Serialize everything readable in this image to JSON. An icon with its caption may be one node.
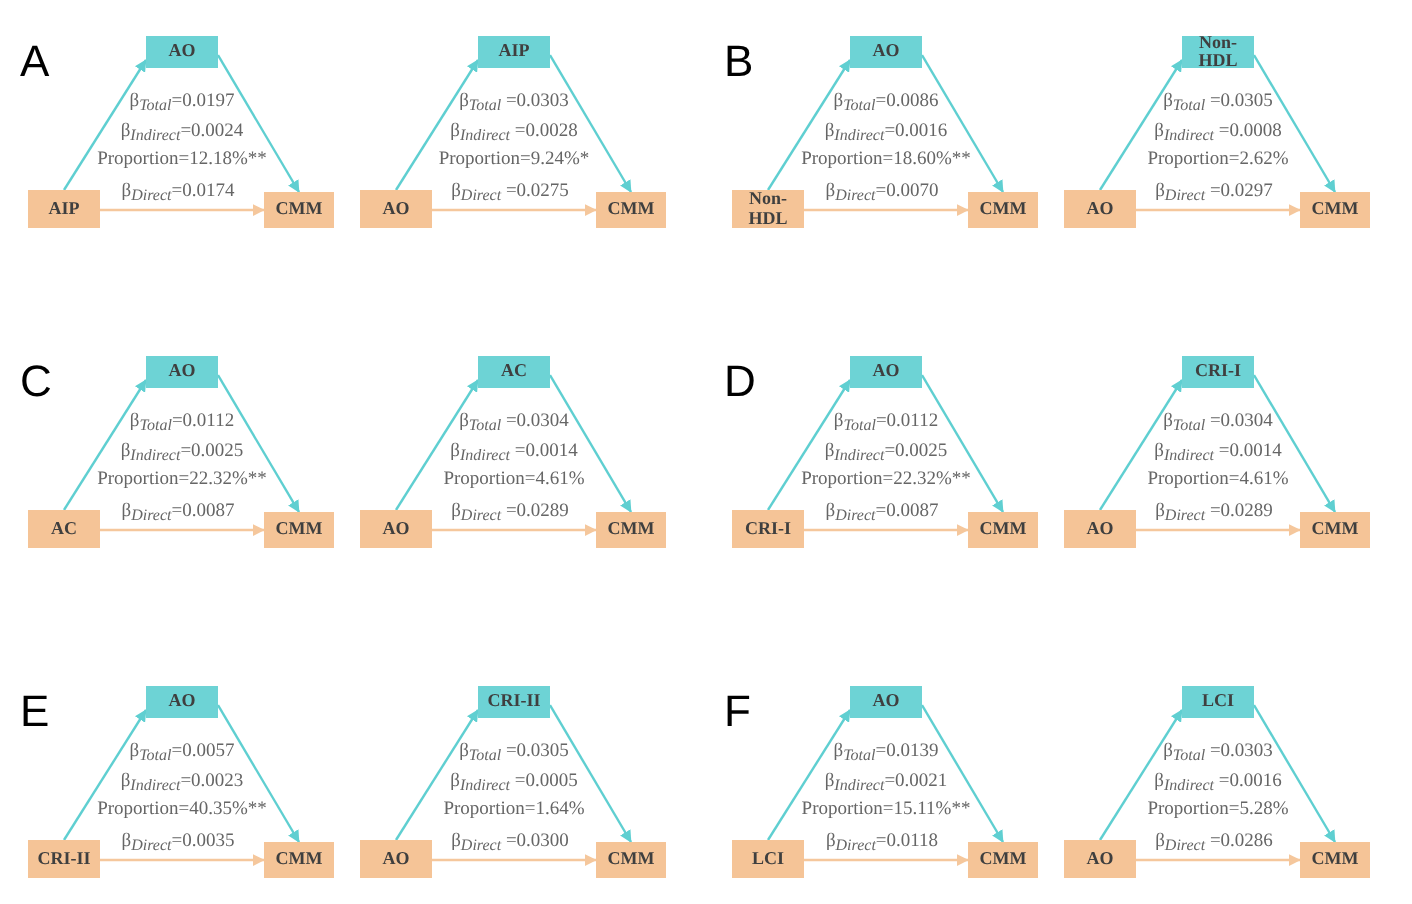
{
  "diagram": {
    "nodes": [
      {
        "text": [
          "AO"
        ]
      },
      {
        "text": [
          "AIP"
        ]
      },
      {
        "text": [
          "CMM"
        ]
      },
      {
        "text": [
          "AIP"
        ]
      },
      {
        "text": [
          "AO"
        ]
      },
      {
        "text": [
          "CMM"
        ]
      },
      {
        "text": [
          "AO"
        ]
      },
      {
        "text": [
          "Non-HDL"
        ]
      },
      {
        "text": [
          "CMM"
        ]
      },
      {
        "text": [
          "Non-HDL"
        ]
      },
      {
        "text": [
          "AO"
        ]
      },
      {
        "text": [
          "CMM"
        ]
      },
      {
        "text": [
          "AO"
        ]
      },
      {
        "text": [
          "AC"
        ]
      },
      {
        "text": [
          "CMM"
        ]
      },
      {
        "text": [
          "AC"
        ]
      },
      {
        "text": [
          "AO"
        ]
      },
      {
        "text": [
          "CMM"
        ]
      },
      {
        "text": [
          "AO"
        ]
      },
      {
        "text": [
          "CRI-I"
        ]
      },
      {
        "text": [
          "CMM"
        ]
      },
      {
        "text": [
          "CRI-I"
        ]
      },
      {
        "text": [
          "AO"
        ]
      },
      {
        "text": [
          "CMM"
        ]
      },
      {
        "text": [
          "AO"
        ]
      },
      {
        "text": [
          "CRI-II"
        ]
      },
      {
        "text": [
          "CMM"
        ]
      },
      {
        "text": [
          "CRI-II"
        ]
      },
      {
        "text": [
          "AO"
        ]
      },
      {
        "text": [
          "CMM"
        ]
      },
      {
        "text": [
          "AO"
        ]
      },
      {
        "text": [
          "LCI"
        ]
      },
      {
        "text": [
          "CMM"
        ]
      },
      {
        "text": [
          "LCI"
        ]
      },
      {
        "text": [
          "AO"
        ]
      },
      {
        "text": [
          "CMM"
        ]
      }
    ],
    "edges": [
      {
        "from": 1,
        "to": 0,
        "arrow": "to"
      },
      {
        "from": 0,
        "to": 2,
        "arrow": "to"
      },
      {
        "from": 1,
        "to": 2,
        "arrow": "to",
        "label": "β$_{Direct}$=0.0174",
        "color": "#f5c79c"
      },
      {
        "from": 4,
        "to": 3,
        "arrow": "to"
      },
      {
        "from": 3,
        "to": 5,
        "arrow": "to"
      },
      {
        "from": 4,
        "to": 5,
        "arrow": "to",
        "label": "β$_{Direct}$ =0.0275",
        "color": "#f5c79c"
      },
      {
        "from": 7,
        "to": 6,
        "arrow": "to"
      },
      {
        "from": 6,
        "to": 8,
        "arrow": "to"
      },
      {
        "from": 7,
        "to": 8,
        "arrow": "to",
        "label": "β$_{Direct}$=0.0070",
        "color": "#f5c79c"
      },
      {
        "from": 10,
        "to": 9,
        "arrow": "to"
      },
      {
        "from": 9,
        "to": 11,
        "arrow": "to"
      },
      {
        "from": 10,
        "to": 11,
        "arrow": "to",
        "label": "β$_{Direct}$ =0.0297",
        "color": "#f5c79c"
      },
      {
        "from": 13,
        "to": 12,
        "arrow": "to"
      },
      {
        "from": 12,
        "to": 14,
        "arrow": "to"
      },
      {
        "from": 13,
        "to": 14,
        "arrow": "to",
        "label": "β$_{Direct}$=0.0087",
        "color": "#f5c79c"
      },
      {
        "from": 16,
        "to": 15,
        "arrow": "to"
      },
      {
        "from": 15,
        "to": 17,
        "arrow": "to"
      },
      {
        "from": 16,
        "to": 17,
        "arrow": "to",
        "label": "β$_{Direct}$ =0.0289",
        "color": "#f5c79c"
      },
      {
        "from": 19,
        "to": 18,
        "arrow": "to"
      },
      {
        "from": 18,
        "to": 20,
        "arrow": "to"
      },
      {
        "from": 19,
        "to": 20,
        "arrow": "to",
        "label": "β$_{Direct}$=0.0087",
        "color": "#f5c79c"
      },
      {
        "from": 22,
        "to": 21,
        "arrow": "to"
      },
      {
        "from": 21,
        "to": 23,
        "arrow": "to"
      },
      {
        "from": 22,
        "to": 23,
        "arrow": "to",
        "label": "β$_{Direct}$ =0.0289",
        "color": "#f5c79c"
      },
      {
        "from": 25,
        "to": 24,
        "arrow": "to"
      },
      {
        "from": 24,
        "to": 26,
        "arrow": "to"
      },
      {
        "from": 25,
        "to": 26,
        "arrow": "to",
        "label": "β$_{Direct}$=0.0035",
        "color": "#f5c79c"
      },
      {
        "from": 28,
        "to": 27,
        "arrow": "to"
      },
      {
        "from": 27,
        "to": 29,
        "arrow": "to"
      },
      {
        "from": 28,
        "to": 29,
        "arrow": "to",
        "label": "β$_{Direct}$ =0.0300",
        "color": "#f5c79c"
      },
      {
        "from": 31,
        "to": 30,
        "arrow": "to"
      },
      {
        "from": 30,
        "to": 32,
        "arrow": "to"
      },
      {
        "from": 31,
        "to": 32,
        "arrow": "to",
        "label": "β$_{Direct}$=0.0118",
        "color": "#f5c79c"
      },
      {
        "from": 34,
        "to": 33,
        "arrow": "to"
      },
      {
        "from": 33,
        "to": 35,
        "arrow": "to"
      },
      {
        "from": 34,
        "to": 35,
        "arrow": "to",
        "label": "β$_{Direct}$ =0.0286",
        "color": "#f5c79c"
      }
    ],
    "labels": [
      "A",
      "β$_{Total}$=0.0197",
      "β$_{Indirect}$=0.0024",
      "Proportion=12.18%**",
      "β$_{Total}$ =0.0303",
      "β$_{Indirect}$ =0.0028",
      "Proportion=9.24%*",
      "B",
      "β$_{Total}$=0.0086",
      "β$_{Indirect}$=0.0016",
      "Proportion=18.60%**",
      "β$_{Total}$ =0.0305",
      "β$_{Indirect}$ =0.0008",
      "Proportion=2.62%",
      "C",
      "β$_{Total}$=0.0112",
      "β$_{Indirect}$=0.0025",
      "Proportion=22.32%**",
      "β$_{Total}$ =0.0304",
      "β$_{Indirect}$ =0.0014",
      "Proportion=4.61%",
      "D",
      "β$_{Total}$=0.0112",
      "β$_{Indirect}$=0.0025",
      "Proportion=22.32%**",
      "β$_{Total}$ =0.0304",
      "β$_{Indirect}$ =0.0014",
      "Proportion=4.61%",
      "E",
      "β$_{Total}$=0.0057",
      "β$_{Indirect}$=0.0023",
      "Proportion=40.35%**",
      "β$_{Total}$ =0.0305",
      "β$_{Indirect}$ =0.0005",
      "Proportion=1.64%",
      "F",
      "β$_{Total}$=0.0139",
      "β$_{Indirect}$=0.0021",
      "Proportion=15.11%**",
      "β$_{Total}$ =0.0303",
      "β$_{Indirect}$ =0.0016",
      "Proportion=5.28%"
    ]
  }
}
